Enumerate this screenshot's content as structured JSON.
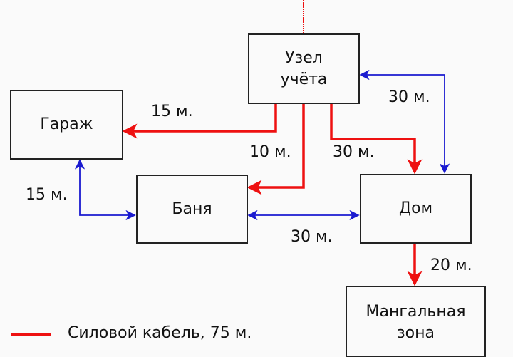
{
  "nodes": {
    "meter": "Узел учёта",
    "garage": "Гараж",
    "bath": "Баня",
    "house": "Дом",
    "bbq": "Мангальная зона"
  },
  "edges": {
    "meter_garage": "15 м.",
    "meter_house_blue": "30 м.",
    "meter_bath": "10 м.",
    "meter_house_red": "30 м.",
    "garage_bath": "15 м.",
    "bath_house": "30 м.",
    "house_bbq": "20 м."
  },
  "legend": {
    "power_cable": "Силовой кабель, 75 м."
  },
  "colors": {
    "power": "#ee1111",
    "link": "#1a1ad0"
  }
}
